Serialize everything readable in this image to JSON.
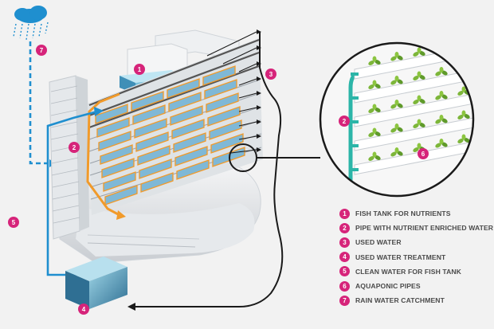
{
  "colors": {
    "accent": "#d6247a",
    "pipe": "#1f8fcf",
    "orange": "#f19a2a",
    "teal": "#2cb5a8",
    "plant": "#7db63a",
    "dark": "#1a1a1a"
  },
  "badges": {
    "b1": "1",
    "b2": "2",
    "b3": "3",
    "b4": "4",
    "b5": "5",
    "b6": "6",
    "b7": "7",
    "b2z": "2"
  },
  "legend": [
    {
      "num": "1",
      "label": "FISH TANK FOR NUTRIENTS"
    },
    {
      "num": "2",
      "label": "PIPE WITH NUTRIENT ENRICHED WATER"
    },
    {
      "num": "3",
      "label": "USED WATER"
    },
    {
      "num": "4",
      "label": "USED WATER TREATMENT"
    },
    {
      "num": "5",
      "label": "CLEAN WATER FOR FISH TANK"
    },
    {
      "num": "6",
      "label": "AQUAPONIC PIPES"
    },
    {
      "num": "7",
      "label": "RAIN WATER CATCHMENT"
    }
  ]
}
